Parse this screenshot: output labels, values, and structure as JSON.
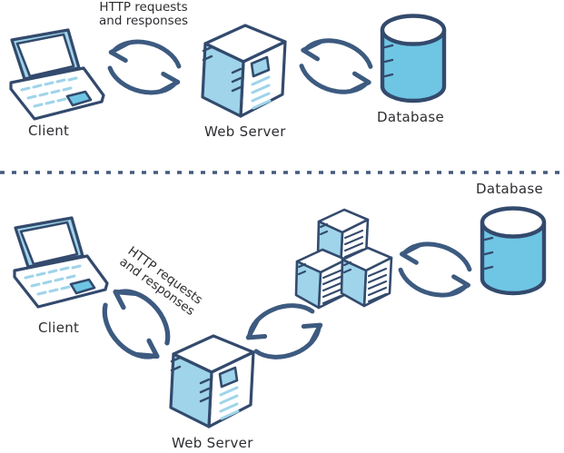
{
  "palette": {
    "outline": "#334a6d",
    "arrow": "#3d5a80",
    "fill_light": "#9fd4ea",
    "fill_medium": "#6ec6e4",
    "divider": "#44597b",
    "label_text": "#2d2d31",
    "label_bg": "#ffffff",
    "canvas_bg": "#ffffff"
  },
  "top_tier": {
    "flow_label": {
      "line1": "HTTP requests",
      "line2": "and responses"
    },
    "client_label": "Client",
    "web_server_label": "Web Server",
    "database_label": "Database"
  },
  "bottom_tier": {
    "flow_label": {
      "line1": "HTTP requests",
      "line2": "and responses"
    },
    "client_label": "Client",
    "web_server_label": "Web Server",
    "database_label": "Database"
  },
  "icons": {
    "client": "laptop-icon",
    "web_server": "server-tower-icon",
    "server_cluster": "server-cluster-icon",
    "database": "database-cylinder-icon",
    "flow": "cycle-arrows-icon",
    "divider": "dashed-divider-line"
  }
}
